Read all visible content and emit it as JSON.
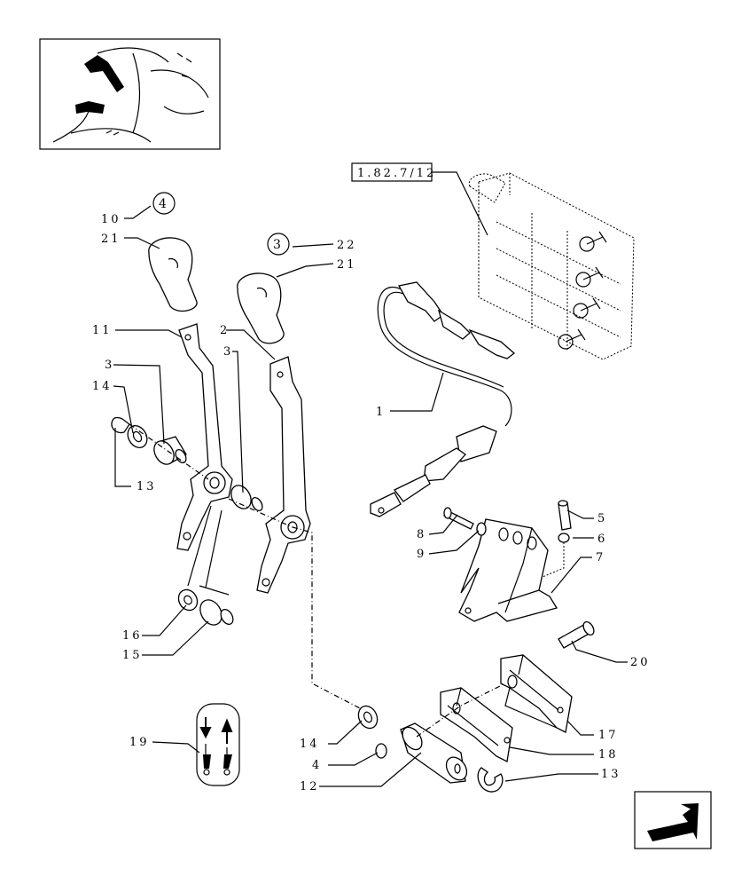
{
  "reference_box": "1.82.7/12",
  "callouts": {
    "c10": "10",
    "c4a": "4",
    "c21a": "21",
    "c3a": "3",
    "c22": "22",
    "c21b": "21",
    "c11": "11",
    "c2": "2",
    "c3b": "3",
    "c3c": "3",
    "c14a": "14",
    "c13a": "13",
    "c1": "1",
    "c5": "5",
    "c6": "6",
    "c8": "8",
    "c9": "9",
    "c7": "7",
    "c16": "16",
    "c15": "15",
    "c20": "20",
    "c19": "19",
    "c14b": "14",
    "c4b": "4",
    "c12": "12",
    "c17": "17",
    "c18": "18",
    "c13b": "13"
  },
  "icons": {
    "thumbnail": "tractor-cab-lever-thumbnail",
    "decal": "lever-direction-decal-icon",
    "nav": "next-page-arrow-icon"
  }
}
